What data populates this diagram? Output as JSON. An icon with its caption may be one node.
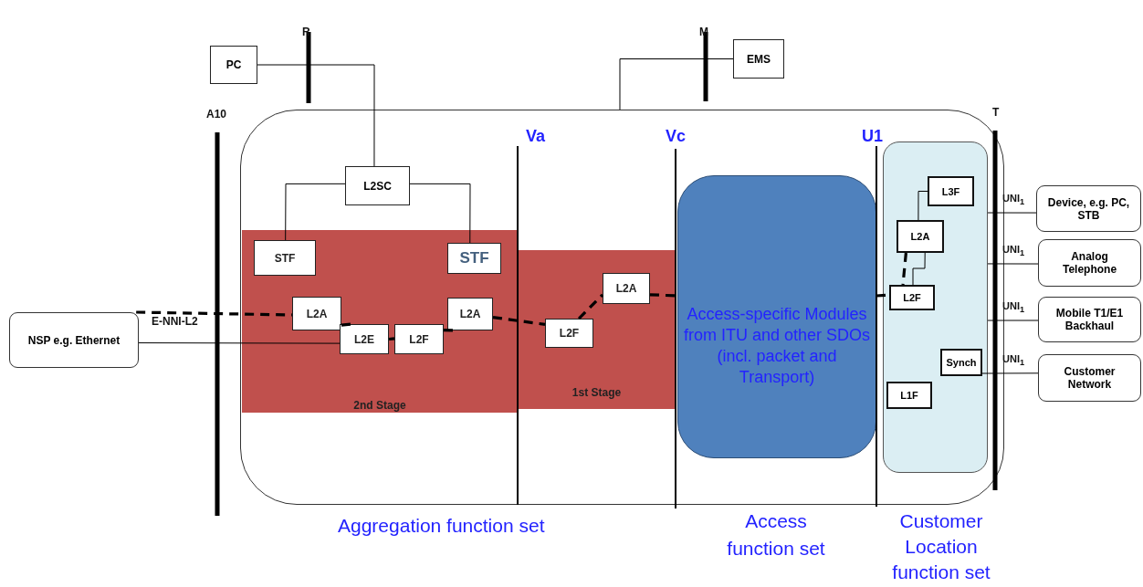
{
  "diagram": {
    "nodes": [
      {
        "text": [
          "PC"
        ]
      },
      {
        "text": [
          "EMS"
        ]
      },
      {
        "text": [],
        "shape": "box"
      },
      {
        "text": [
          "L2SC"
        ],
        "in": 2
      },
      {
        "text": [
          "2nd Stage"
        ],
        "in": 2
      },
      {
        "text": [
          "STF"
        ],
        "in": 4
      },
      {
        "text": [
          "STF"
        ],
        "in": 4
      },
      {
        "text": [
          "L2A"
        ],
        "in": 4
      },
      {
        "text": [
          "L2E"
        ],
        "in": 4
      },
      {
        "text": [
          "L2F"
        ],
        "in": 4
      },
      {
        "text": [
          "L2A"
        ],
        "in": 4
      },
      {
        "text": [
          "1st Stage"
        ],
        "in": 2
      },
      {
        "text": [
          "L2F"
        ],
        "in": 11
      },
      {
        "text": [
          "L2A"
        ],
        "in": 11
      },
      {
        "text": [
          "Access-specific Modules from ITU and other SDOs (incl. packet and Transport)"
        ],
        "in": 2
      },
      {
        "text": [],
        "shape": "box",
        "in": 2
      },
      {
        "text": [
          "L3F"
        ],
        "in": 15
      },
      {
        "text": [
          "L2A"
        ],
        "in": 15
      },
      {
        "text": [
          "L2F"
        ],
        "in": 15
      },
      {
        "text": [
          "Synch"
        ],
        "in": 15
      },
      {
        "text": [
          "L1F"
        ],
        "in": 15
      },
      {
        "text": [
          "NSP e.g. Ethernet"
        ]
      },
      {
        "text": [
          "Device, e.g. PC, STB"
        ]
      },
      {
        "text": [
          "Analog Telephone"
        ]
      },
      {
        "text": [
          "Mobile T1/E1 Backhaul"
        ]
      },
      {
        "text": [
          "Customer Network"
        ]
      }
    ],
    "edges": [
      {
        "from": 0,
        "to": 3,
        "arrow": "none"
      },
      {
        "from": 1,
        "to": 2,
        "arrow": "none"
      },
      {
        "from": 3,
        "to": 5,
        "arrow": "none"
      },
      {
        "from": 3,
        "to": 6,
        "arrow": "none"
      },
      {
        "from": 21,
        "to": 8,
        "arrow": "none"
      },
      {
        "from": 21,
        "to": 7,
        "arrow": "none",
        "style": "dashed"
      },
      {
        "from": 7,
        "to": 8,
        "arrow": "none",
        "style": "dashed"
      },
      {
        "from": 8,
        "to": 9,
        "arrow": "none",
        "style": "dashed"
      },
      {
        "from": 9,
        "to": 10,
        "arrow": "none",
        "style": "dashed"
      },
      {
        "from": 10,
        "to": 12,
        "arrow": "none",
        "style": "dashed"
      },
      {
        "from": 12,
        "to": 13,
        "arrow": "none",
        "style": "dashed"
      },
      {
        "from": 13,
        "to": 14,
        "arrow": "none",
        "style": "dashed"
      },
      {
        "from": 14,
        "to": 18,
        "arrow": "none",
        "style": "dashed"
      },
      {
        "from": 16,
        "to": 17,
        "arrow": "none"
      },
      {
        "from": 17,
        "to": 18,
        "arrow": "none"
      },
      {
        "from": 17,
        "to": 18,
        "arrow": "none",
        "style": "dashed"
      },
      {
        "from": 15,
        "to": 22,
        "arrow": "none"
      },
      {
        "from": 15,
        "to": 23,
        "arrow": "none"
      },
      {
        "from": 15,
        "to": 24,
        "arrow": "none"
      },
      {
        "from": 19,
        "to": 25,
        "arrow": "none"
      }
    ],
    "labels": [
      "R",
      "M",
      "A10",
      "T",
      "Va",
      "Vc",
      "U1",
      "E-NNI-L2",
      "UNI$_{1}$",
      "UNI$_{1}$",
      "UNI$_{1}$",
      "UNI$_{1}$",
      "Aggregation function set",
      "Access function set",
      "Customer Location function set"
    ]
  }
}
